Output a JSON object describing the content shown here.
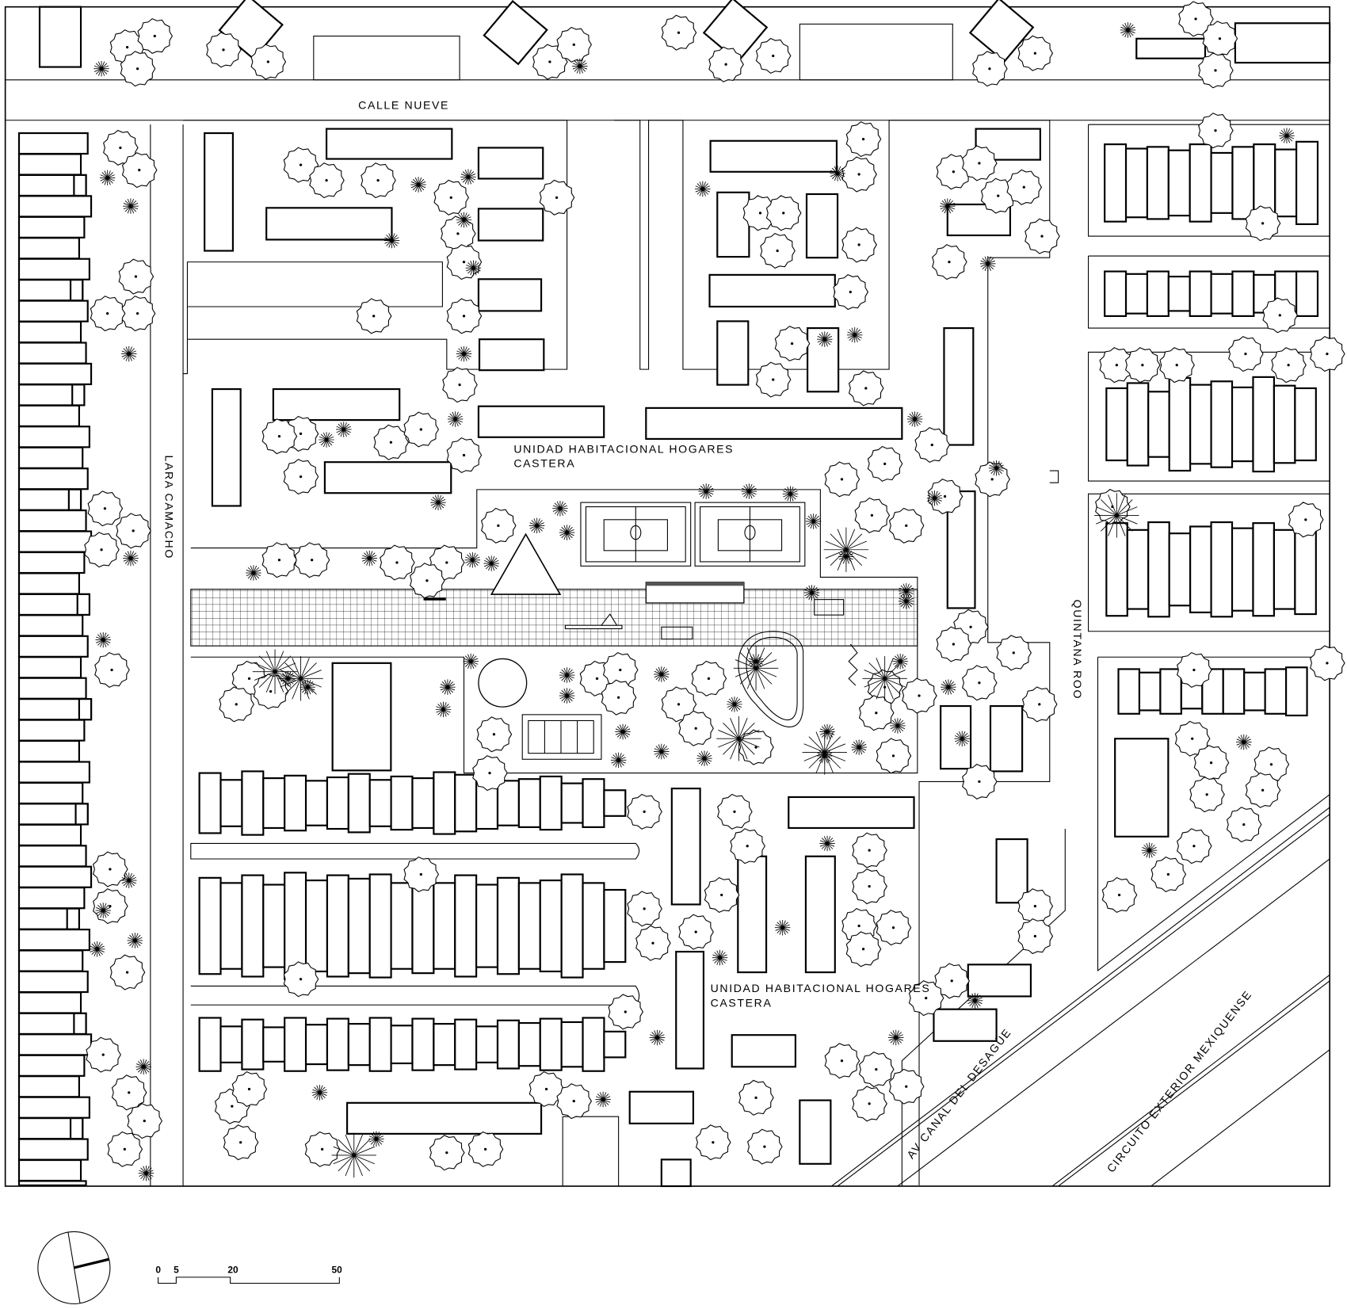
{
  "labels": {
    "calle_nueve": "CALLE NUEVE",
    "lara_camacho": "LARA CAMACHO",
    "unidad_1_line1": "UNIDAD HABITACIONAL HOGARES",
    "unidad_1_line2": "CASTERA",
    "unidad_2_line1": "UNIDAD HABITACIONAL HOGARES",
    "unidad_2_line2": "CASTERA",
    "quintana_roo": "QUINTANA ROO",
    "av_canal": "AV CANAL DEL DESAGÜE",
    "circuito": "CIRCUITO EXTERIOR MEXIQUENSE"
  },
  "scale_bar": {
    "ticks": [
      "0",
      "5",
      "20",
      "50"
    ]
  },
  "north_arrow": {
    "icon": "north-arrow-icon"
  },
  "colors": {
    "line": "#000000",
    "background": "#ffffff"
  }
}
